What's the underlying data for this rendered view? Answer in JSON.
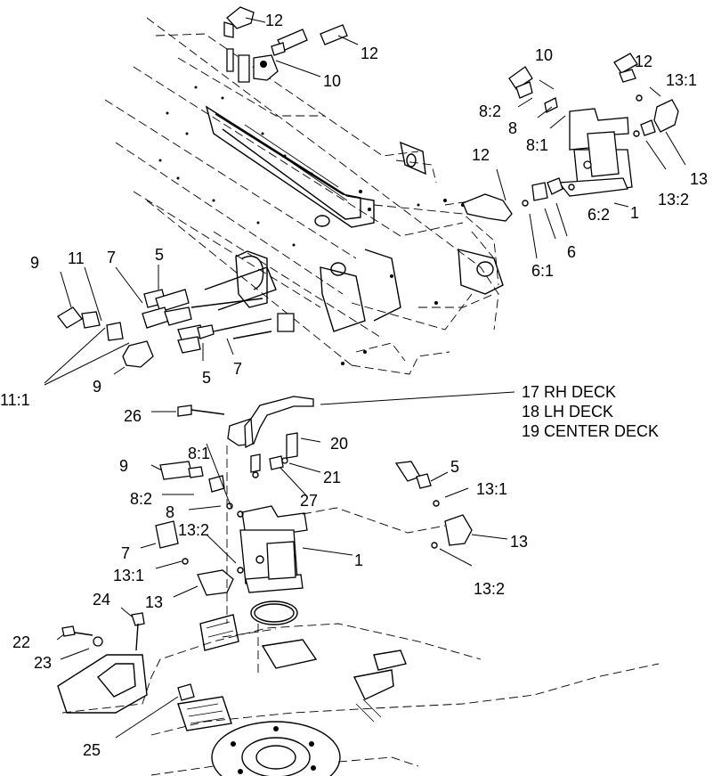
{
  "callouts": {
    "c1": "12",
    "c2": "12",
    "c3": "10",
    "c4": "10",
    "c5": "12",
    "c6": "13:1",
    "c7": "8:2",
    "c8": "8",
    "c9": "8:1",
    "c10": "13",
    "c11": "13:2",
    "c12": "12",
    "c13": "1",
    "c14": "6:2",
    "c15": "6",
    "c16": "6:1",
    "c17": "9",
    "c18": "11",
    "c19": "7",
    "c20": "5",
    "c21": "11:1",
    "c22": "9",
    "c23": "5",
    "c24": "7",
    "c25": "26",
    "c26": "8:1",
    "c27": "20",
    "c28": "21",
    "c29": "27",
    "c30": "9",
    "c31": "8:2",
    "c32": "8",
    "c33": "13:2",
    "c34": "1",
    "c35": "7",
    "c36": "13:1",
    "c37": "13",
    "c38": "5",
    "c39": "13:1",
    "c40": "13",
    "c41": "13:2",
    "c42": "24",
    "c43": "22",
    "c44": "23",
    "c45": "25"
  },
  "deck_labels": {
    "rh": "17 RH DECK",
    "lh": "18 LH DECK",
    "center": "19 CENTER DECK"
  }
}
